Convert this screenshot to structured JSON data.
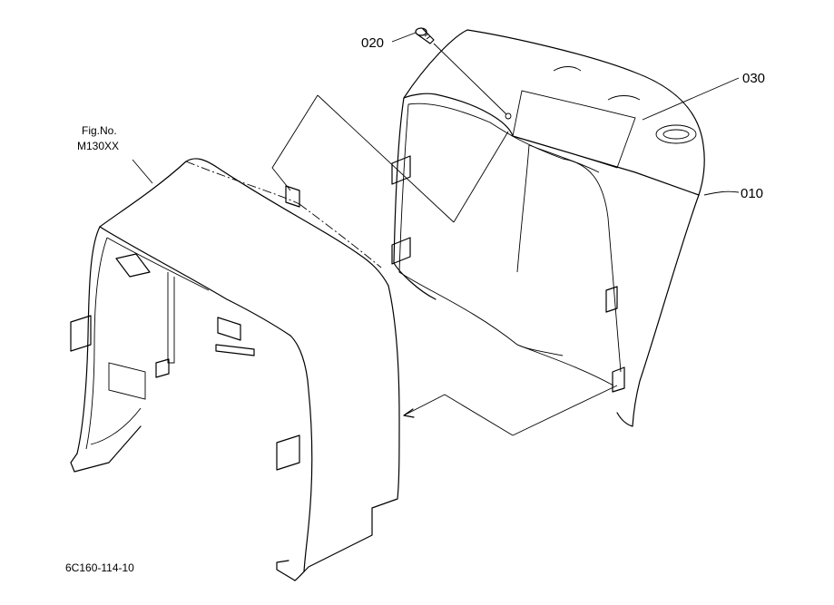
{
  "figure": {
    "fig_no_label": "Fig.No.",
    "fig_no_value": "M130XX",
    "drawing_code": "6C160-114-10"
  },
  "parts": [
    {
      "number": "010"
    },
    {
      "number": "020"
    },
    {
      "number": "030"
    }
  ],
  "colors": {
    "ink": "#000000",
    "paper": "#ffffff"
  }
}
